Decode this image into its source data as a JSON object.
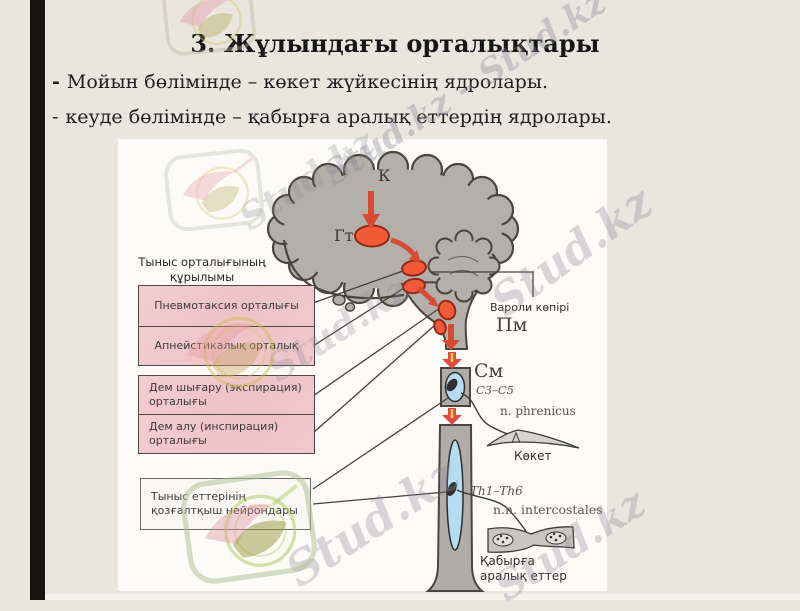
{
  "slide": {
    "title": "3. Жұлындағы орталықтары",
    "bullets": [
      {
        "dash": "-",
        "text": "Мойын бөлімінде – көкет жүйкесінің ядролары."
      },
      {
        "dash": "-",
        "text": "кеуде бөлімінде – қабырға аралық еттердің ядролары."
      }
    ]
  },
  "diagram": {
    "header": "Тыныс орталығының құрылымы",
    "boxes": [
      {
        "label": "Пневмотаксия орталығы"
      },
      {
        "label": "Апнейстикалық орталық"
      },
      {
        "label": "Дем шығару (экспирация) орталығы"
      },
      {
        "label": "Дем алу (инспирация) орталығы"
      },
      {
        "label": "Тыныс еттерінің қозғалтқыш нейрондары"
      }
    ],
    "labels": {
      "cortex": "К",
      "hypothalamus": "Гт",
      "varoli": "Вароли көпірі",
      "medulla": "Пм",
      "spinal_cord": "См",
      "cervical": "C3–C5",
      "phrenic": "n. phrenicus",
      "diaphragm": "Көкет",
      "thoracic": "Th1–Th6",
      "intercostal_nerves": "n.n. intercostales",
      "intercostal_muscles": "Қабырға аралық еттер"
    },
    "colors": {
      "background": "#e9e6de",
      "accent_bar": "#17130d",
      "panel": "#fcfbf8",
      "box_pink": "#eec3c8",
      "brain_gray": "#b3b0ab",
      "nucleus_orange": "#f05a36",
      "arrow_red": "#d84b32",
      "cord_blue": "#b5ddf1"
    }
  },
  "watermark": {
    "text": "Stud.kz",
    "chain": "Stud.kz – Stud.kz"
  }
}
